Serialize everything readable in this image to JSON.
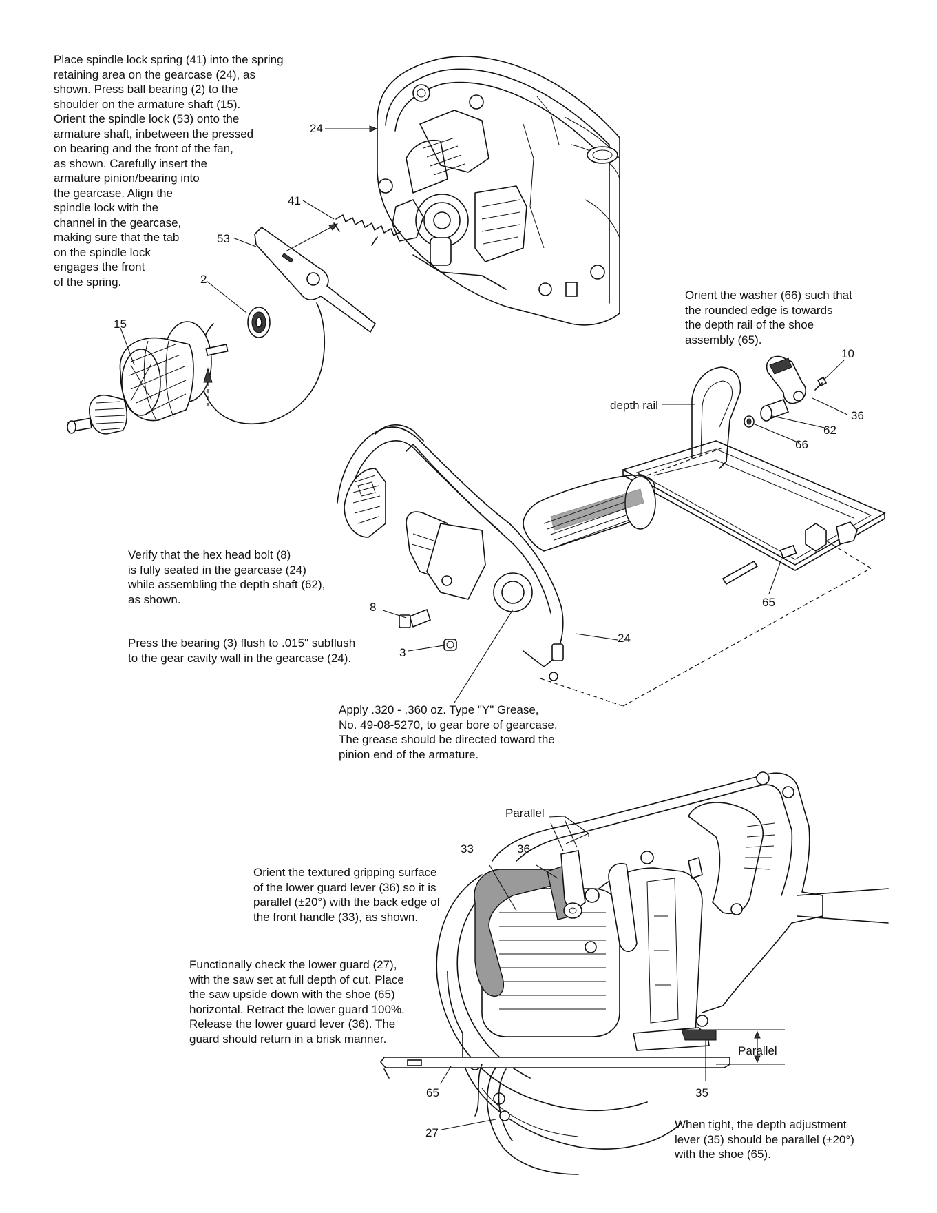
{
  "notes": {
    "spindle_lock": "Place spindle lock spring (41) into the spring\nretaining area on the gearcase (24), as\nshown. Press ball bearing (2) to the\nshoulder on the armature shaft (15).\nOrient the spindle lock (53) onto the\narmature shaft, inbetween the pressed\non bearing and the front of the fan,\nas shown.  Carefully insert the\narmature pinion/bearing into\nthe gearcase. Align the\nspindle lock with the\nchannel in the gearcase,\nmaking sure that the tab\non the spindle lock\nengages the front\nof the spring.",
    "washer": "Orient the washer (66) such that\nthe rounded edge is towards\nthe depth rail of the shoe\nassembly  (65).",
    "hex_bolt": "Verify that the hex head bolt (8)\nis fully seated in the gearcase (24)\nwhile assembling the depth shaft (62),\nas shown.",
    "bearing": "Press the bearing (3) flush to .015\" subflush\nto the gear cavity wall in the gearcase (24).",
    "grease": "Apply .320 - .360 oz. Type \"Y\" Grease,\nNo. 49-08-5270, to gear bore of gearcase.\nThe grease should be directed toward the\npinion end of the armature.",
    "guard_lever": "Orient the textured gripping surface\nof the lower guard lever (36) so it is\nparallel (±20°) with the back edge of\nthe front handle (33), as shown.",
    "lower_guard": "Functionally check the lower guard (27),\nwith the saw set at full depth of cut.  Place\nthe saw upside down with the shoe (65)\nhorizontal.  Retract the lower guard 100%.\nRelease the lower guard lever (36).  The\nguard should return in a brisk manner.",
    "depth_lever": "When tight, the depth adjustment\nlever (35) should be parallel (±20°)\nwith the shoe (65)."
  },
  "labels": {
    "l24_top": "24",
    "l41": "41",
    "l53": "53",
    "l2": "2",
    "l15": "15",
    "l10": "10",
    "l36_top": "36",
    "l62": "62",
    "l66": "66",
    "depth_rail": "depth rail",
    "l65_mid": "65",
    "l8": "8",
    "l24_mid": "24",
    "l3": "3",
    "parallel_top": "Parallel",
    "l33": "33",
    "l36_bottom": "36",
    "parallel_side": "Parallel",
    "l65_bottom": "65",
    "l35": "35",
    "l27": "27"
  }
}
